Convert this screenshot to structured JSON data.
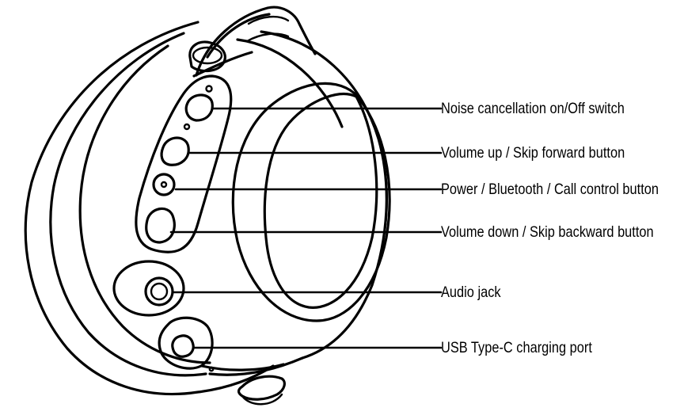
{
  "labels": {
    "noise_cancellation": "Noise cancellation on/Off switch",
    "volume_up": "Volume up / Skip forward button",
    "power": "Power / Bluetooth / Call control button",
    "volume_down": "Volume down / Skip backward button",
    "audio_jack": "Audio jack",
    "usb_port": "USB Type-C charging port"
  }
}
